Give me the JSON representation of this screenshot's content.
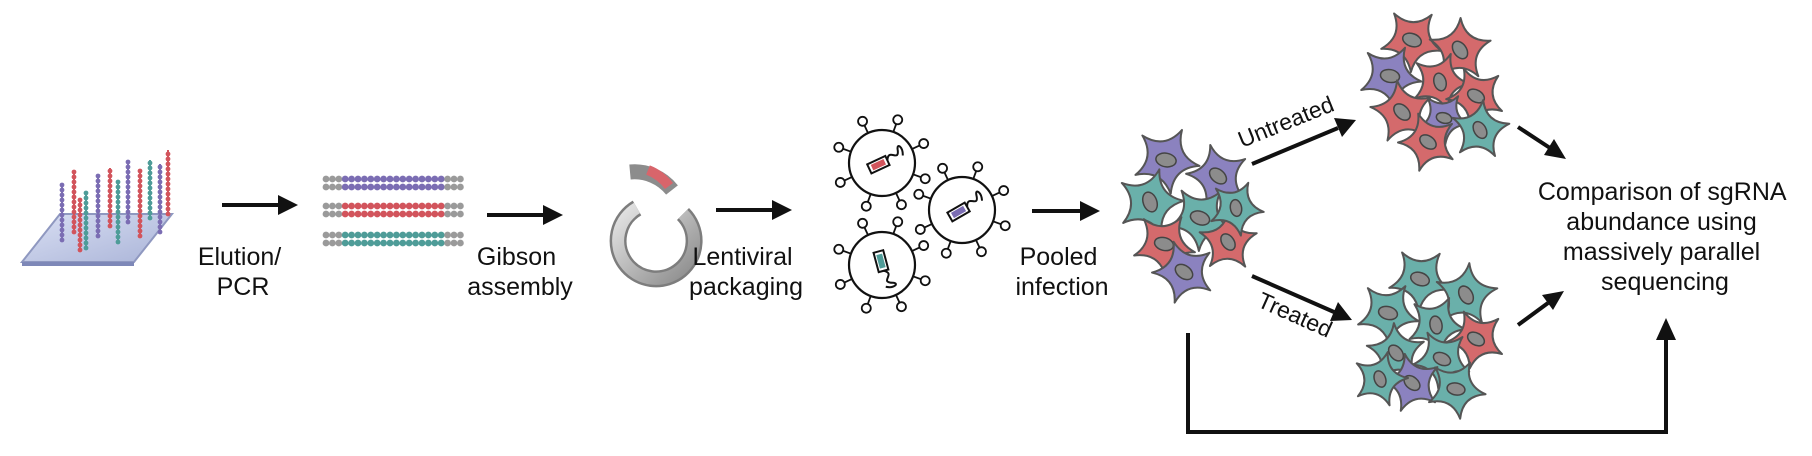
{
  "steps": {
    "elution": [
      "Elution/",
      "PCR"
    ],
    "gibson": [
      "Gibson",
      "assembly"
    ],
    "lentiviral": [
      "Lentiviral",
      "packaging"
    ],
    "pooled": [
      "Pooled",
      "infection"
    ]
  },
  "branches": {
    "untreated": "Untreated",
    "treated": "Treated"
  },
  "result": [
    "Comparison of sgRNA",
    "abundance using",
    "massively parallel",
    "sequencing"
  ],
  "colors": {
    "purple": "#7b6db3",
    "red": "#d2545c",
    "teal": "#4e9c98",
    "cell_purple": "#8b82bf",
    "cell_red": "#d46a6c",
    "cell_teal": "#6ab0aa",
    "gray": "#9a9a9a",
    "arrow": "#111111"
  }
}
